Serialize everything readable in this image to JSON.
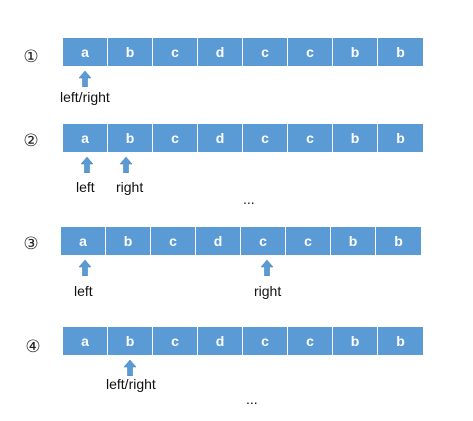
{
  "steps": [
    {
      "number": "①",
      "cells": [
        "a",
        "b",
        "c",
        "d",
        "c",
        "c",
        "b",
        "b"
      ],
      "pointers": [
        {
          "text": "left/right"
        }
      ]
    },
    {
      "number": "②",
      "cells": [
        "a",
        "b",
        "c",
        "d",
        "c",
        "c",
        "b",
        "b"
      ],
      "pointers": [
        {
          "text": "left"
        },
        {
          "text": "right"
        }
      ],
      "ellipsis": "..."
    },
    {
      "number": "③",
      "cells": [
        "a",
        "b",
        "c",
        "d",
        "c",
        "c",
        "b",
        "b"
      ],
      "pointers": [
        {
          "text": "left"
        },
        {
          "text": "right"
        }
      ]
    },
    {
      "number": "④",
      "cells": [
        "a",
        "b",
        "c",
        "d",
        "c",
        "c",
        "b",
        "b"
      ],
      "pointers": [
        {
          "text": "left/right"
        }
      ],
      "ellipsis": "..."
    }
  ],
  "colors": {
    "cell": "#5b9bd5",
    "arrow": "#5b9bd5",
    "text": "#111111"
  },
  "icons": {
    "pointer": "up-arrow-icon"
  }
}
